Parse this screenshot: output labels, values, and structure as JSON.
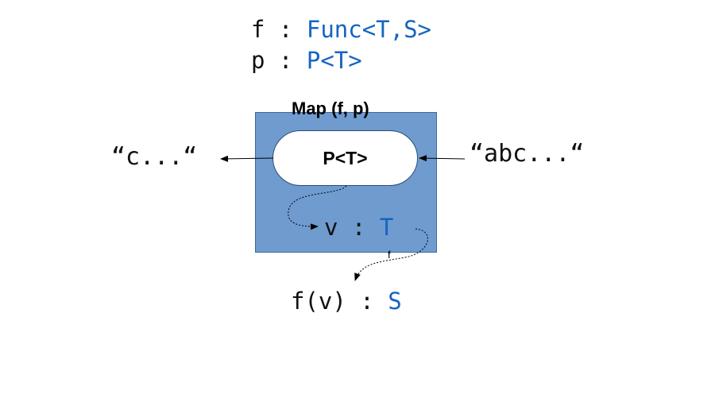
{
  "signatures": {
    "f": {
      "name": "f",
      "sep": " : ",
      "type": "Func<T,S>"
    },
    "p": {
      "name": "p",
      "sep": " : ",
      "type": "P<T>"
    }
  },
  "map_box": {
    "title": "Map (f, p)",
    "parser_label": "P<T>"
  },
  "value": {
    "name": "v",
    "sep": " : ",
    "type": "T"
  },
  "input_string": "“abc...“",
  "output_string": "“c...“",
  "result": {
    "expr": "f(v)",
    "sep": " : ",
    "type": "S"
  },
  "f_label": "f",
  "colors": {
    "box_fill": "#6f9bcf",
    "type_blue": "#1565c0"
  }
}
